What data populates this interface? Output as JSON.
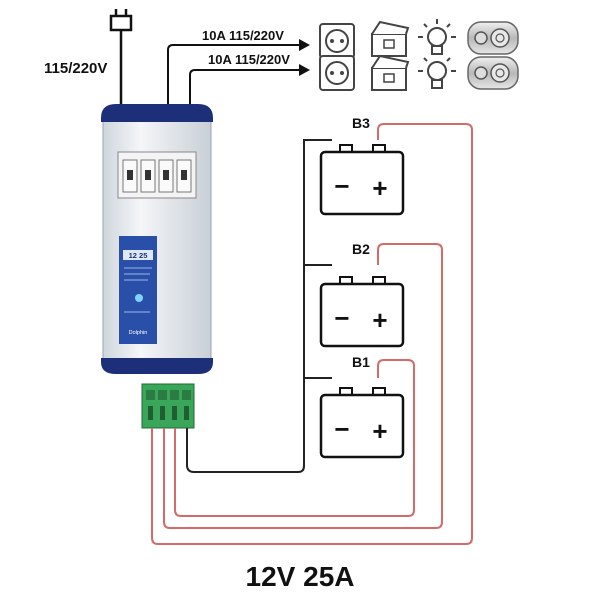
{
  "input_voltage": "115/220V",
  "outputs": [
    {
      "label": "10A 115/220V"
    },
    {
      "label": "10A 115/220V"
    }
  ],
  "icons": [
    "socket-icon",
    "cool-box-icon",
    "light-bulb-icon",
    "water-heater-icon"
  ],
  "batteries": [
    {
      "label": "B3",
      "minus": "−",
      "plus": "+"
    },
    {
      "label": "B2",
      "minus": "−",
      "plus": "+"
    },
    {
      "label": "B1",
      "minus": "−",
      "plus": "+"
    }
  ],
  "charger": {
    "model_label": "12 25",
    "brand": "Dolphin"
  },
  "caption": "12V 25A",
  "colors": {
    "charger_body": "#e9edf1",
    "charger_cap": "#1e2f7a",
    "panel_blue": "#2a4fa8",
    "terminal_green": "#3aa65a",
    "positive_wire": "#d46a6a",
    "negative_wire": "#222222"
  }
}
